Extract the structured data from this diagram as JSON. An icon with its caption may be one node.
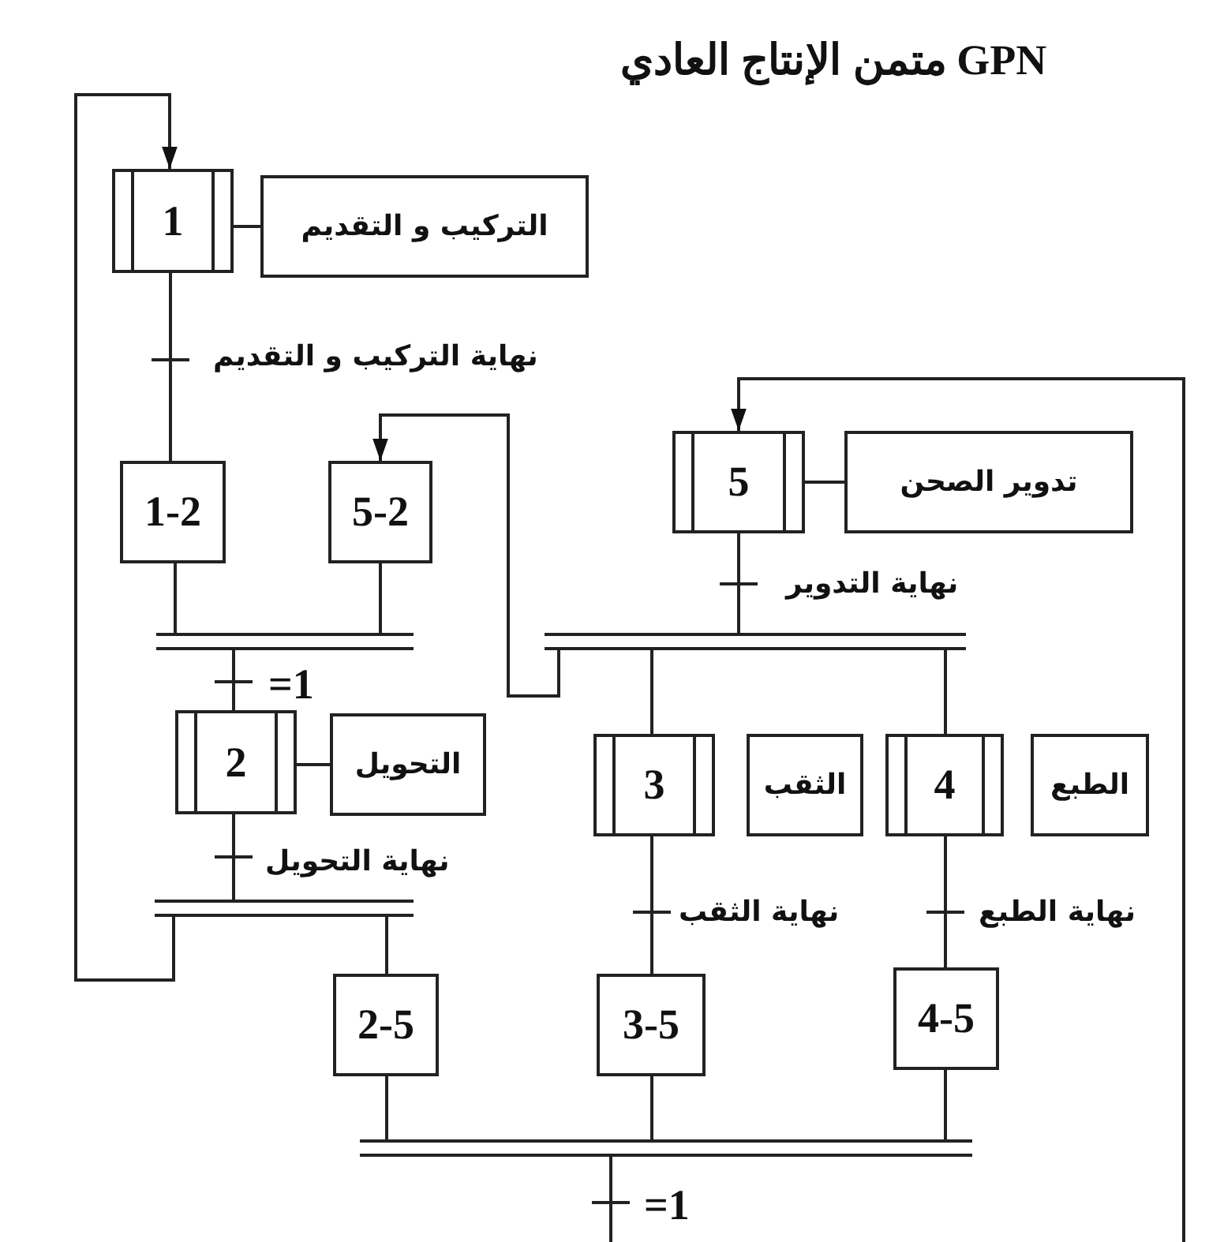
{
  "diagram": {
    "title": "متمن الإنتاج العادي GPN",
    "nodes": [
      {
        "text": [
          "1"
        ]
      },
      {
        "text": [
          "التركيب و التقديم"
        ]
      },
      {
        "text": [
          "1-2"
        ]
      },
      {
        "text": [
          "5-2"
        ]
      },
      {
        "text": [
          "5"
        ]
      },
      {
        "text": [
          "تدوير الصحن"
        ]
      },
      {
        "text": [
          "2"
        ]
      },
      {
        "text": [
          "التحويل"
        ]
      },
      {
        "text": [
          "3"
        ]
      },
      {
        "text": [
          "الثقب"
        ]
      },
      {
        "text": [
          "4"
        ]
      },
      {
        "text": [
          "الطبع"
        ]
      },
      {
        "text": [
          "2-5"
        ]
      },
      {
        "text": [
          "3-5"
        ]
      },
      {
        "text": [
          "4-5"
        ]
      },
      {
        "text": [],
        "shape": "bar"
      },
      {
        "text": [],
        "shape": "bar"
      },
      {
        "text": [],
        "shape": "bar"
      },
      {
        "text": [],
        "shape": "bar"
      }
    ],
    "edges": [
      {
        "from": 0,
        "to": 1,
        "arrow": "none"
      },
      {
        "from": 0,
        "to": 2,
        "arrow": "none",
        "label": "نهاية التركيب و التقديم"
      },
      {
        "from": 2,
        "to": 15,
        "arrow": "none"
      },
      {
        "from": 3,
        "to": 15,
        "arrow": "none"
      },
      {
        "from": 15,
        "to": 6,
        "arrow": "none",
        "label": "=1"
      },
      {
        "from": 6,
        "to": 7,
        "arrow": "none"
      },
      {
        "from": 6,
        "to": 16,
        "arrow": "none",
        "label": "نهاية التحويل"
      },
      {
        "from": 16,
        "to": 12,
        "arrow": "none"
      },
      {
        "from": 16,
        "to": 0,
        "arrow": "to"
      },
      {
        "from": 4,
        "to": 5,
        "arrow": "none"
      },
      {
        "from": 4,
        "to": 17,
        "arrow": "none",
        "label": "نهاية التدوير"
      },
      {
        "from": 17,
        "to": 8,
        "arrow": "none"
      },
      {
        "from": 17,
        "to": 10,
        "arrow": "none"
      },
      {
        "from": 17,
        "to": 3,
        "arrow": "to"
      },
      {
        "from": 8,
        "to": 13,
        "arrow": "none",
        "label": "نهاية الثقب"
      },
      {
        "from": 10,
        "to": 14,
        "arrow": "none",
        "label": "نهاية الطبع"
      },
      {
        "from": 12,
        "to": 18,
        "arrow": "none"
      },
      {
        "from": 13,
        "to": 18,
        "arrow": "none"
      },
      {
        "from": 14,
        "to": 18,
        "arrow": "none"
      },
      {
        "from": 18,
        "to": null,
        "arrow": "none",
        "label": "=1"
      },
      {
        "from": null,
        "to": 4,
        "arrow": "to"
      }
    ]
  }
}
